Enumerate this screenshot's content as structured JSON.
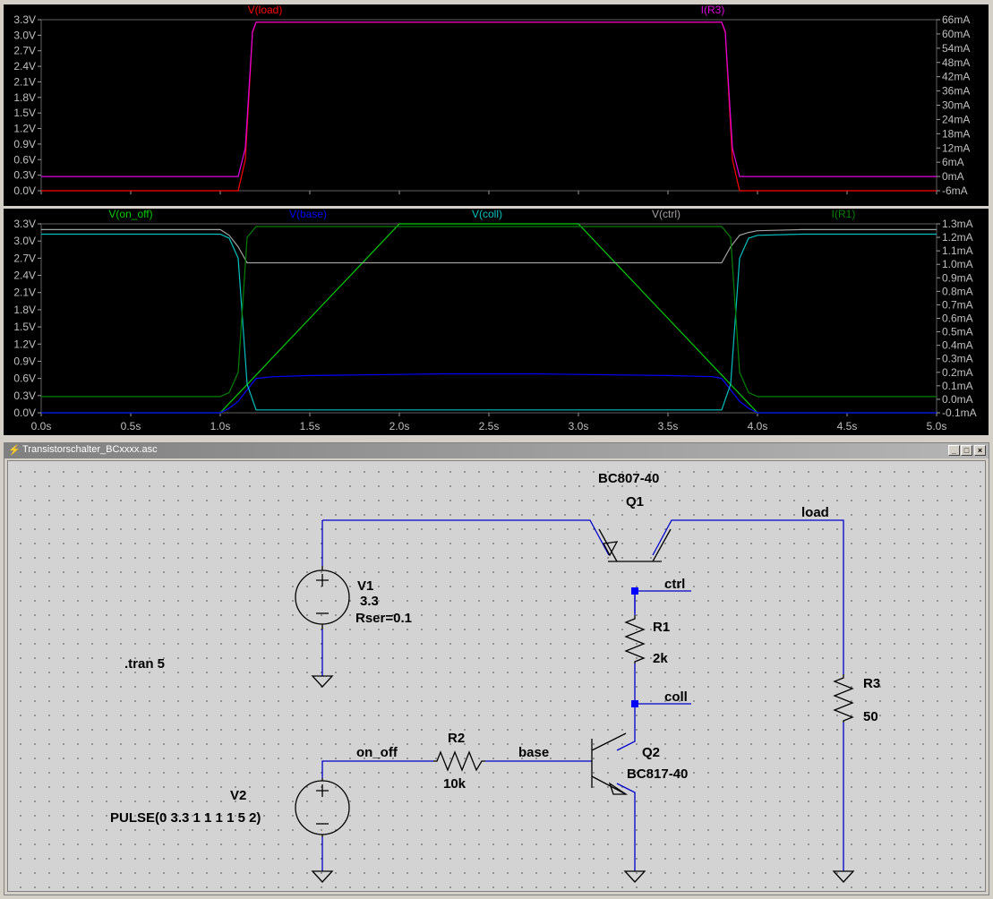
{
  "plot": {
    "top_pane": {
      "traces": [
        {
          "label": "V(load)",
          "color": "#ff0000"
        },
        {
          "label": "I(R3)",
          "color": "#e000e0"
        }
      ],
      "left_ticks": [
        "3.3V",
        "3.0V",
        "2.7V",
        "2.4V",
        "2.1V",
        "1.8V",
        "1.5V",
        "1.2V",
        "0.9V",
        "0.6V",
        "0.3V",
        "0.0V"
      ],
      "right_ticks": [
        "66mA",
        "60mA",
        "54mA",
        "48mA",
        "42mA",
        "36mA",
        "30mA",
        "24mA",
        "18mA",
        "12mA",
        "6mA",
        "0mA",
        "-6mA"
      ]
    },
    "bottom_pane": {
      "traces": [
        {
          "label": "V(on_off)",
          "color": "#00cc00"
        },
        {
          "label": "V(base)",
          "color": "#0000ff"
        },
        {
          "label": "V(coll)",
          "color": "#00c0c0"
        },
        {
          "label": "V(ctrl)",
          "color": "#a0a0a0"
        },
        {
          "label": "I(R1)",
          "color": "#008000"
        }
      ],
      "left_ticks": [
        "3.3V",
        "3.0V",
        "2.7V",
        "2.4V",
        "2.1V",
        "1.8V",
        "1.5V",
        "1.2V",
        "0.9V",
        "0.6V",
        "0.3V",
        "0.0V"
      ],
      "right_ticks": [
        "1.3mA",
        "1.2mA",
        "1.1mA",
        "1.0mA",
        "0.9mA",
        "0.8mA",
        "0.7mA",
        "0.6mA",
        "0.5mA",
        "0.4mA",
        "0.3mA",
        "0.2mA",
        "0.1mA",
        "0.0mA",
        "-0.1mA"
      ]
    },
    "x_ticks": [
      "0.0s",
      "0.5s",
      "1.0s",
      "1.5s",
      "2.0s",
      "2.5s",
      "3.0s",
      "3.5s",
      "4.0s",
      "4.5s",
      "5.0s"
    ]
  },
  "chart_data": [
    {
      "type": "line",
      "x": [
        0,
        1.1,
        1.14,
        1.18,
        1.2,
        3.8,
        3.82,
        3.86,
        3.9,
        5.0
      ],
      "series": [
        {
          "name": "V(load)",
          "values": [
            0,
            0,
            0.6,
            3.05,
            3.25,
            3.25,
            3.05,
            0.6,
            0,
            0
          ]
        },
        {
          "name": "I(R3)",
          "values": [
            0,
            0,
            12,
            61,
            65,
            65,
            61,
            12,
            0,
            0
          ]
        }
      ],
      "xlim": [
        0,
        5
      ],
      "ylim": [
        0,
        3.3
      ],
      "y2lim": [
        -6,
        66
      ]
    },
    {
      "type": "line",
      "x": [
        0,
        0.25,
        0.5,
        0.75,
        1.0,
        1.05,
        1.1,
        1.15,
        1.2,
        1.3,
        1.5,
        1.75,
        2.0,
        2.25,
        2.5,
        2.75,
        3.0,
        3.25,
        3.5,
        3.75,
        3.8,
        3.85,
        3.9,
        3.95,
        4.0,
        4.25,
        4.5,
        4.75,
        5.0
      ],
      "series": [
        {
          "name": "V(on_off)",
          "values": [
            0,
            0,
            0,
            0,
            0,
            0.165,
            0.33,
            0.495,
            0.66,
            0.99,
            1.65,
            2.475,
            3.3,
            3.3,
            3.3,
            3.3,
            3.3,
            2.475,
            1.65,
            0.825,
            0.66,
            0.495,
            0.33,
            0.165,
            0,
            0,
            0,
            0,
            0
          ]
        },
        {
          "name": "V(base)",
          "values": [
            0,
            0,
            0,
            0,
            0,
            0.08,
            0.2,
            0.4,
            0.6,
            0.63,
            0.65,
            0.66,
            0.67,
            0.68,
            0.68,
            0.68,
            0.67,
            0.66,
            0.65,
            0.63,
            0.6,
            0.4,
            0.2,
            0.08,
            0,
            0,
            0,
            0,
            0
          ]
        },
        {
          "name": "V(coll)",
          "values": [
            3.12,
            3.12,
            3.12,
            3.12,
            3.12,
            3.05,
            2.7,
            0.5,
            0.05,
            0.05,
            0.05,
            0.05,
            0.05,
            0.05,
            0.05,
            0.05,
            0.05,
            0.05,
            0.05,
            0.05,
            0.05,
            0.5,
            2.7,
            3.05,
            3.1,
            3.12,
            3.12,
            3.12,
            3.12
          ]
        },
        {
          "name": "V(ctrl)",
          "values": [
            3.2,
            3.2,
            3.2,
            3.2,
            3.2,
            3.1,
            2.9,
            2.62,
            2.62,
            2.62,
            2.62,
            2.62,
            2.62,
            2.62,
            2.62,
            2.62,
            2.62,
            2.62,
            2.62,
            2.62,
            2.62,
            2.9,
            3.1,
            3.15,
            3.18,
            3.2,
            3.2,
            3.2,
            3.2
          ]
        },
        {
          "name": "I(R1)",
          "values": [
            0.02,
            0.02,
            0.02,
            0.02,
            0.02,
            0.05,
            0.2,
            1.2,
            1.28,
            1.28,
            1.28,
            1.28,
            1.28,
            1.28,
            1.28,
            1.28,
            1.28,
            1.28,
            1.28,
            1.28,
            1.28,
            1.2,
            0.2,
            0.05,
            0.02,
            0.02,
            0.02,
            0.02,
            0.02
          ]
        }
      ],
      "xlim": [
        0,
        5
      ],
      "ylim": [
        0,
        3.3
      ],
      "y2lim": [
        -0.1,
        1.3
      ]
    }
  ],
  "schematic": {
    "window_title": "Transistorschalter_BCxxxx.asc",
    "buttons": {
      "minimize": "_",
      "restore": "□",
      "close": "×"
    },
    "labels": {
      "q1_model": "BC807-40",
      "q1_name": "Q1",
      "load": "load",
      "ctrl": "ctrl",
      "r1_name": "R1",
      "r1_value": "2k",
      "coll": "coll",
      "r3_name": "R3",
      "r3_value": "50",
      "v1_name": "V1",
      "v1_value": "3.3",
      "v1_rser": "Rser=0.1",
      "tran": ".tran 5",
      "on_off": "on_off",
      "r2_name": "R2",
      "r2_value": "10k",
      "base": "base",
      "q2_name": "Q2",
      "q2_model": "BC817-40",
      "v2_name": "V2",
      "v2_value": "PULSE(0 3.3 1 1 1 1 5 2)"
    }
  }
}
